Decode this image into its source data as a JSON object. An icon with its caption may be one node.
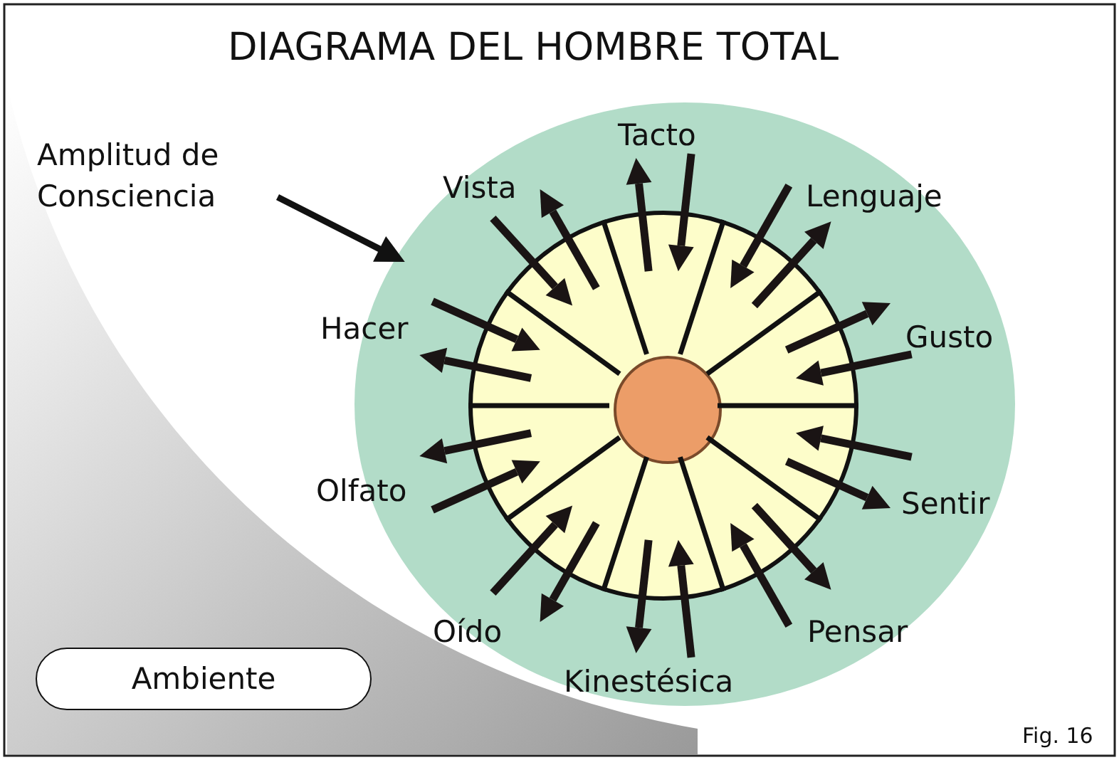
{
  "diagram": {
    "title": "DIAGRAMA DEL HOMBRE TOTAL",
    "nodes": [
      {
        "text": [
          "Amplitud de Consciencia"
        ]
      },
      {
        "text": [],
        "shape": "circle"
      },
      {
        "text": [],
        "shape": "circle",
        "in": 1
      },
      {
        "text": [],
        "shape": "circle",
        "in": 2
      },
      {
        "text": [
          "Ambiente"
        ]
      }
    ],
    "edges": [
      {
        "from": 0,
        "to": 1,
        "arrow": "to"
      }
    ],
    "labels": [
      "Tacto",
      "Vista",
      "Lenguaje",
      "Hacer",
      "Gusto",
      "Olfato",
      "Sentir",
      "Oído",
      "Pensar",
      "Kinestésica",
      "Fig. 16"
    ]
  }
}
